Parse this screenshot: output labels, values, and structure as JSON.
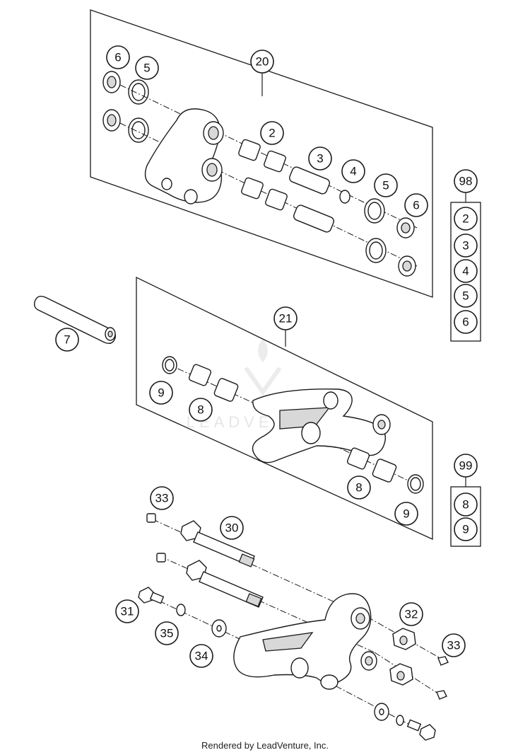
{
  "watermark": "LEADVENTURE",
  "credit": "Rendered by LeadVenture, Inc.",
  "callouts": {
    "c6a": "6",
    "c5a": "5",
    "c20": "20",
    "c2": "2",
    "c3": "3",
    "c4": "4",
    "c5b": "5",
    "c6b": "6",
    "c98": "98",
    "k98_2": "2",
    "k98_3": "3",
    "k98_4": "4",
    "k98_5": "5",
    "k98_6": "6",
    "c7": "7",
    "c21": "21",
    "c9a": "9",
    "c8a": "8",
    "c8b": "8",
    "c9b": "9",
    "c99": "99",
    "k99_8": "8",
    "k99_9": "9",
    "c33a": "33",
    "c30": "30",
    "c31": "31",
    "c35": "35",
    "c34": "34",
    "c32": "32",
    "c33b": "33"
  }
}
